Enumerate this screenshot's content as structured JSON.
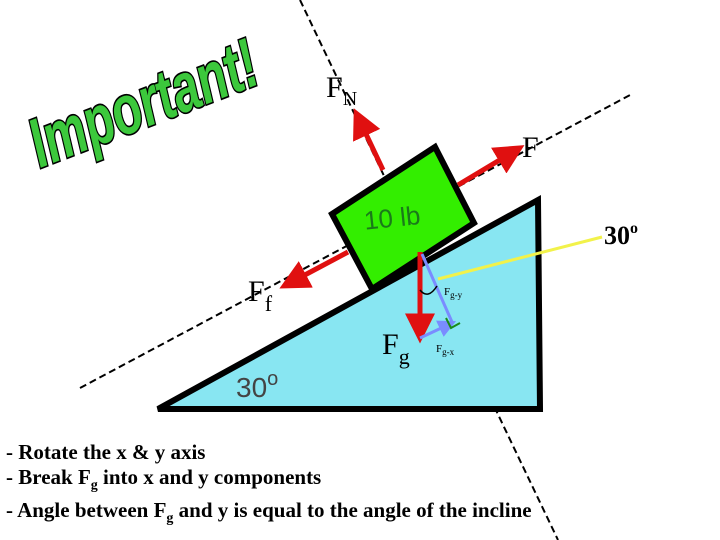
{
  "banner": {
    "text": "Important!",
    "color": "#3cc83c"
  },
  "block": {
    "label": "10 lb",
    "fill": "#33ee00"
  },
  "incline": {
    "fill": "#88e6f2",
    "angle_label": "30",
    "angle_mark": "o"
  },
  "forces": {
    "normal": {
      "main": "F",
      "sub": "N"
    },
    "applied": {
      "main": "F"
    },
    "friction": {
      "main": "F",
      "sub": "f"
    },
    "gravity": {
      "main": "F",
      "sub": "g"
    },
    "gravity_y": {
      "main": "F",
      "sub": "g-y"
    },
    "gravity_x": {
      "main": "F",
      "sub": "g-x"
    },
    "arrow_color": "#e01010"
  },
  "callout": {
    "angle_label": "30",
    "angle_mark": "o",
    "line_color": "#f2f24a"
  },
  "notes": [
    {
      "prefix": "- ",
      "text": "Rotate the x & y axis"
    },
    {
      "prefix": "- Break ",
      "symbol": "F",
      "sub": "g",
      "text": " into x and y components"
    },
    {
      "prefix": "- Angle between ",
      "symbol": "F",
      "sub": "g",
      "text": " and y is equal to the angle of the incline"
    }
  ]
}
